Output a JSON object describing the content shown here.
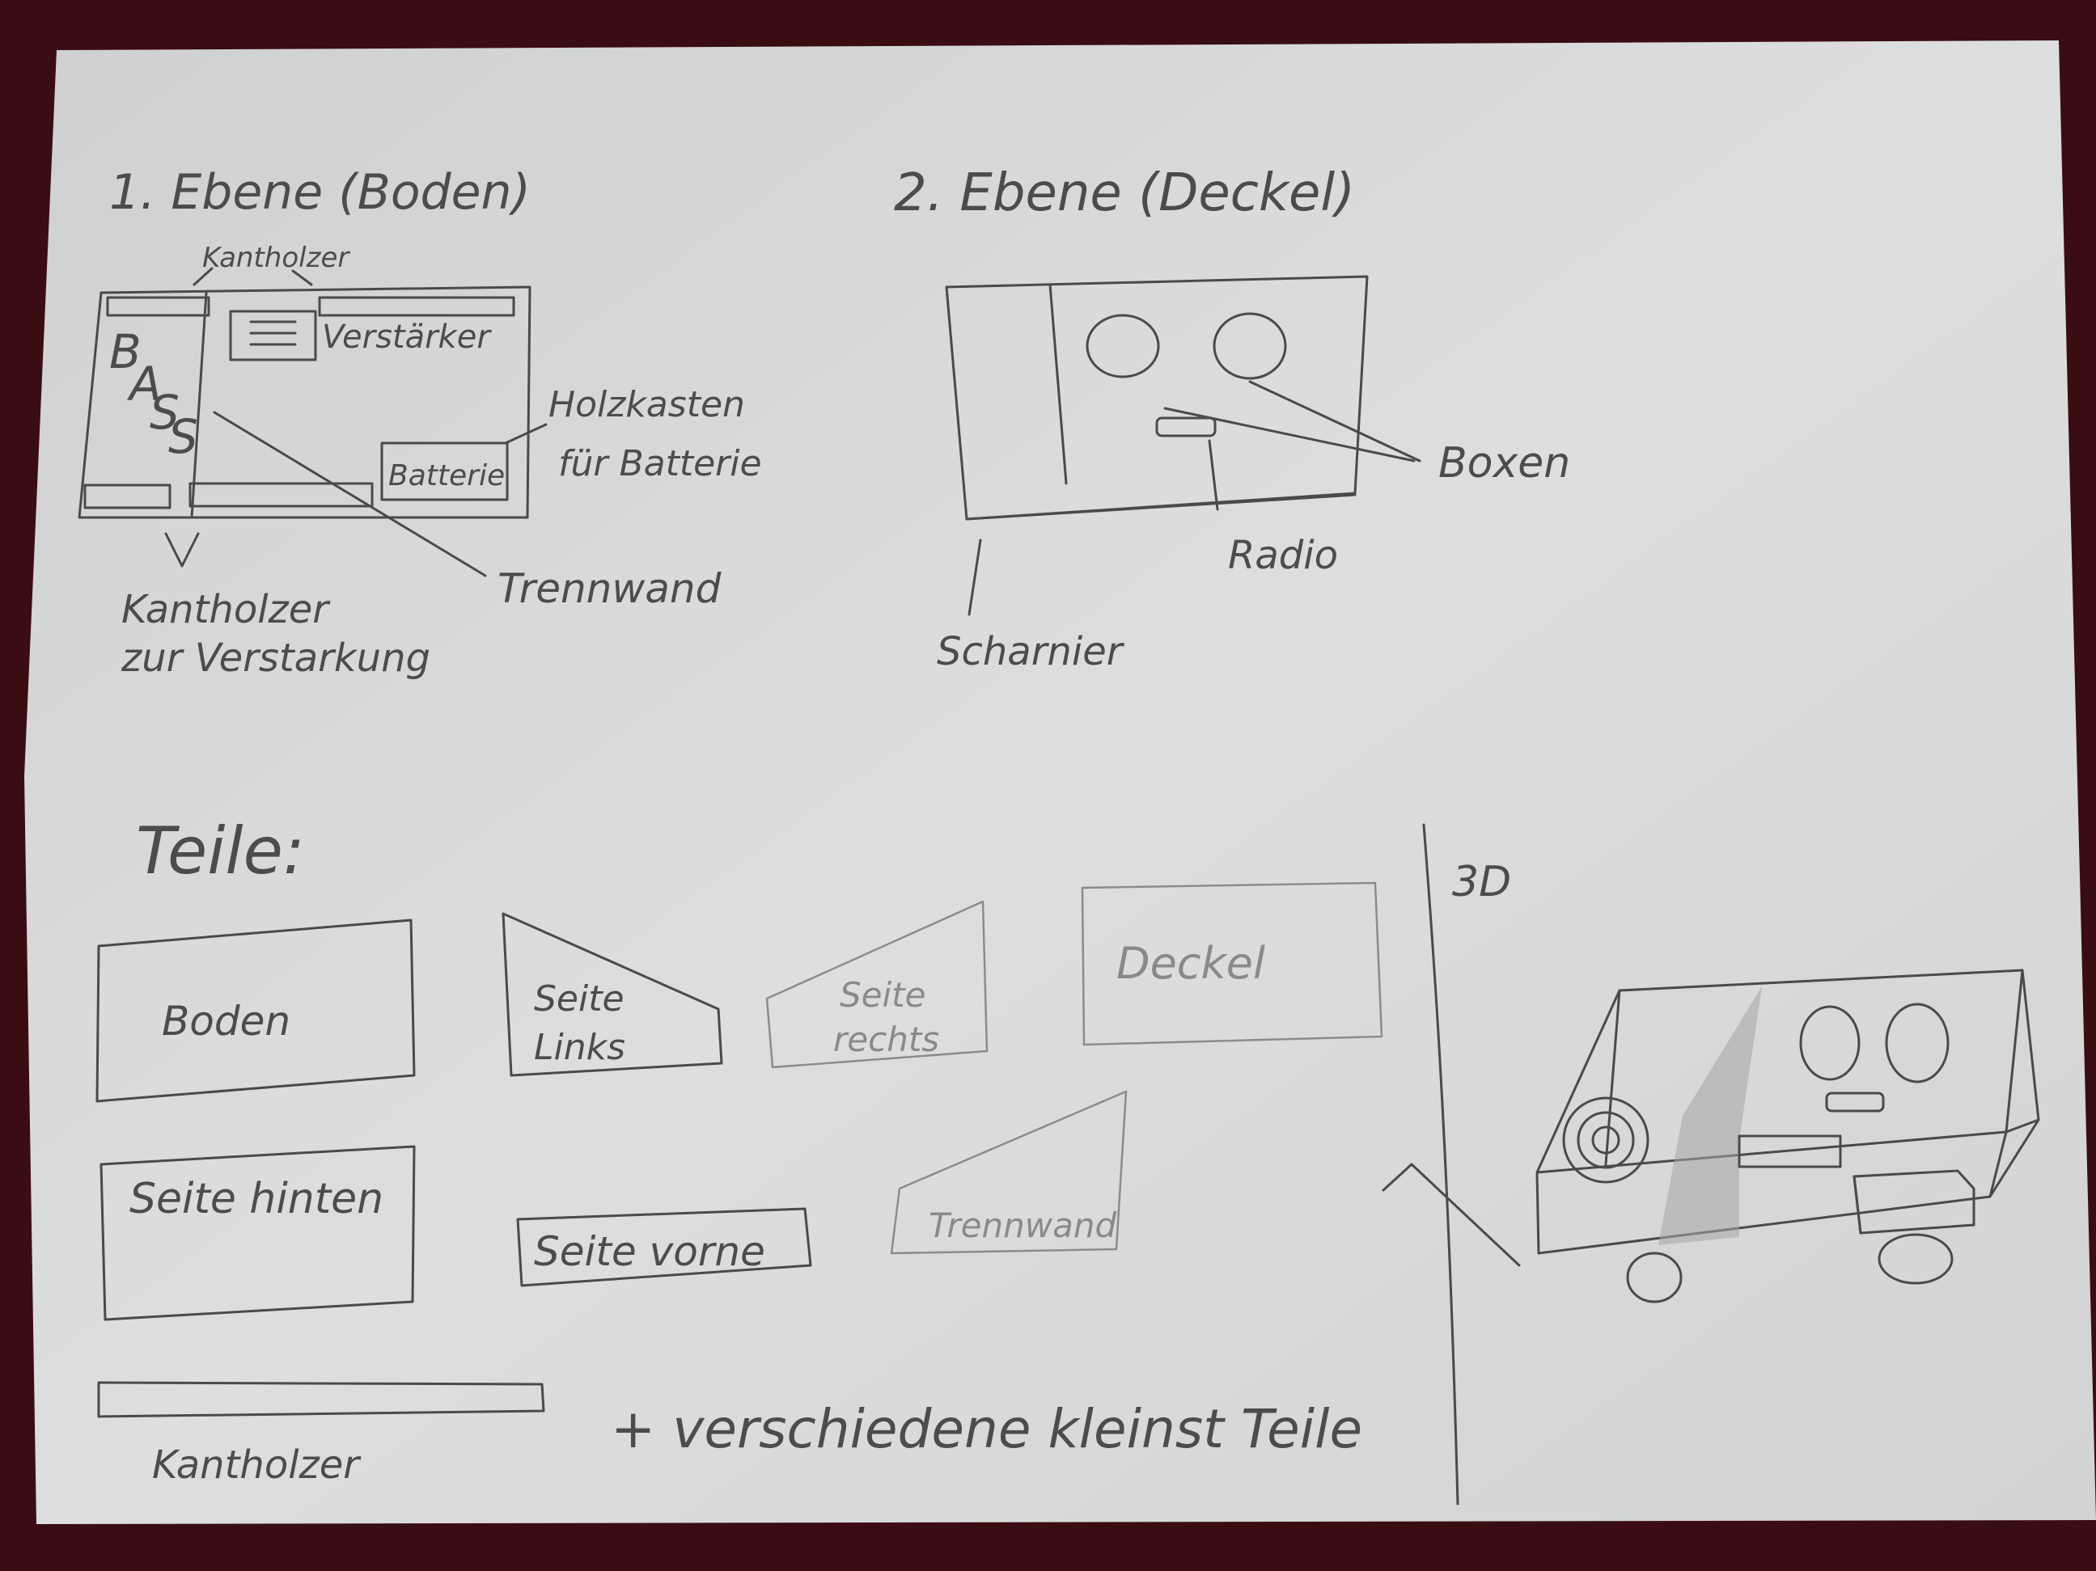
{
  "sketch": {
    "level1": {
      "title": "1. Ebene (Boden)",
      "label_kantholzer_top": "Kantholzer",
      "label_bass": "BASS",
      "label_verstaerker": "Verstärker",
      "label_holzkasten_line1": "Holzkasten",
      "label_holzkasten_line2": "für Batterie",
      "label_batterie": "Batterie",
      "label_trennwand": "Trennwand",
      "label_kantholzer_line1": "Kantholzer",
      "label_kantholzer_line2": "zur Verstarkung"
    },
    "level2": {
      "title": "2. Ebene (Deckel)",
      "label_boxen": "Boxen",
      "label_radio": "Radio",
      "label_scharnier": "Scharnier"
    },
    "parts": {
      "heading": "Teile:",
      "boden": "Boden",
      "seite_links_line1": "Seite",
      "seite_links_line2": "Links",
      "seite_rechts_line1": "Seite",
      "seite_rechts_line2": "rechts",
      "deckel": "Deckel",
      "seite_hinten": "Seite hinten",
      "seite_vorne": "Seite vorne",
      "trennwand": "Trennwand",
      "kantholzer": "Kantholzer",
      "kleinteile": "+ verschiedene kleinst Teile"
    },
    "view3d": {
      "label": "3D"
    }
  },
  "colors": {
    "background": "#3a0d12",
    "paper": "#d9dadb",
    "pencil": "#4a4a4a",
    "pencil_light": "#8c8c8c"
  }
}
